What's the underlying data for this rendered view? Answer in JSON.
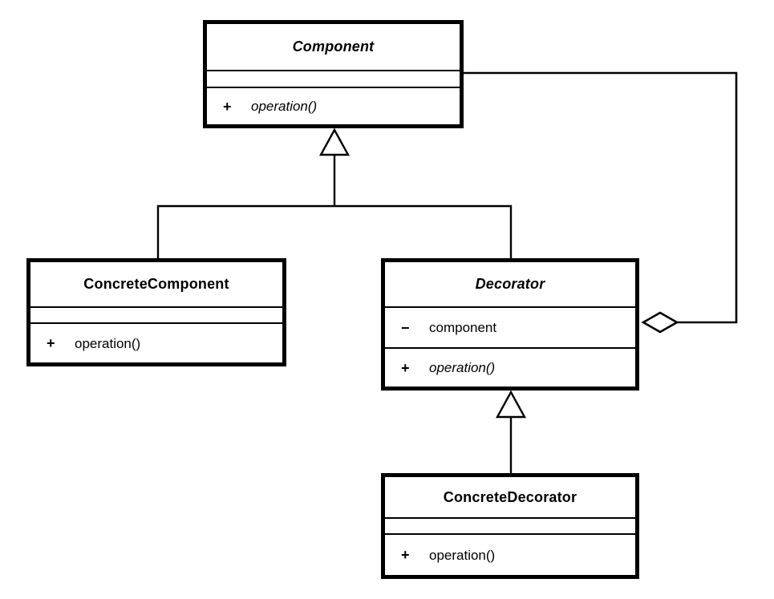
{
  "diagram": {
    "kind": "uml-class-diagram",
    "pattern": "Decorator",
    "colors": {
      "stroke": "#000000",
      "background": "#ffffff"
    },
    "classes": {
      "component": {
        "name": "Component",
        "abstract": true,
        "attributes": [],
        "operations": [
          {
            "visibility": "+",
            "name": "operation()",
            "abstract": true
          }
        ]
      },
      "concrete_component": {
        "name": "ConcreteComponent",
        "abstract": false,
        "attributes": [],
        "operations": [
          {
            "visibility": "+",
            "name": "operation()",
            "abstract": false
          }
        ]
      },
      "decorator": {
        "name": "Decorator",
        "abstract": true,
        "attributes": [
          {
            "visibility": "−",
            "name": "component"
          }
        ],
        "operations": [
          {
            "visibility": "+",
            "name": "operation()",
            "abstract": true
          }
        ]
      },
      "concrete_decorator": {
        "name": "ConcreteDecorator",
        "abstract": false,
        "attributes": [],
        "operations": [
          {
            "visibility": "+",
            "name": "operation()",
            "abstract": false
          }
        ]
      }
    },
    "relationships": [
      {
        "type": "generalization",
        "from": "ConcreteComponent",
        "to": "Component"
      },
      {
        "type": "generalization",
        "from": "Decorator",
        "to": "Component"
      },
      {
        "type": "generalization",
        "from": "ConcreteDecorator",
        "to": "Decorator"
      },
      {
        "type": "aggregation",
        "from": "Decorator",
        "to": "Component"
      }
    ]
  }
}
